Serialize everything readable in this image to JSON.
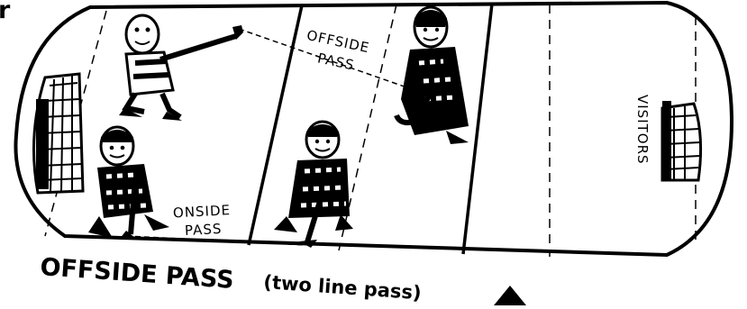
{
  "top_fragment": "r",
  "labels": {
    "offside_pass_1": "OFFSIDE",
    "offside_pass_2": "PASS",
    "onside_pass_1": "ONSIDE",
    "onside_pass_2": "PASS",
    "visitors": "VISITORS"
  },
  "caption": {
    "main": "OFFSIDE PASS",
    "sub": "(two line pass)"
  },
  "colors": {
    "ink": "#000000",
    "paper": "#ffffff"
  }
}
